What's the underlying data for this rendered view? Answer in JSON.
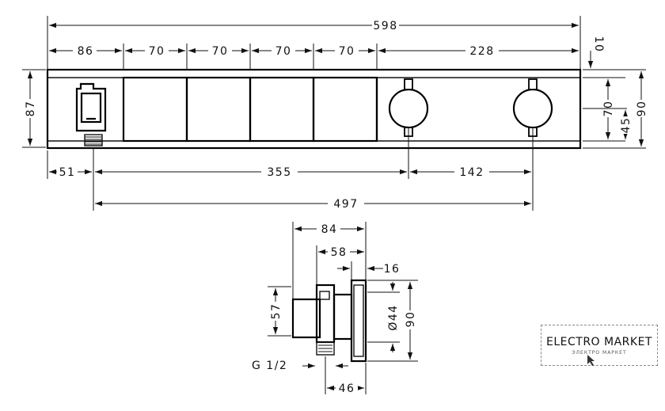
{
  "dimensions": {
    "total_width": "598",
    "seg_86": "86",
    "seg_70_1": "70",
    "seg_70_2": "70",
    "seg_70_3": "70",
    "seg_70_4": "70",
    "seg_228": "228",
    "top_offset": "10",
    "height_87": "87",
    "height_70": "70",
    "height_90": "90",
    "height_45": "45",
    "outlet_51": "51",
    "spacing_355": "355",
    "spacing_142": "142",
    "spacing_497": "497"
  },
  "side_view": {
    "width_84": "84",
    "width_58": "58",
    "width_16": "16",
    "height_57": "57",
    "dia_44": "Ø44",
    "height_90": "90",
    "thread": "G 1/2",
    "width_46": "46"
  },
  "watermark": {
    "title": "ELECTRO MARKET",
    "subtitle": "ЭЛЕКТРО МАРКЕТ"
  }
}
